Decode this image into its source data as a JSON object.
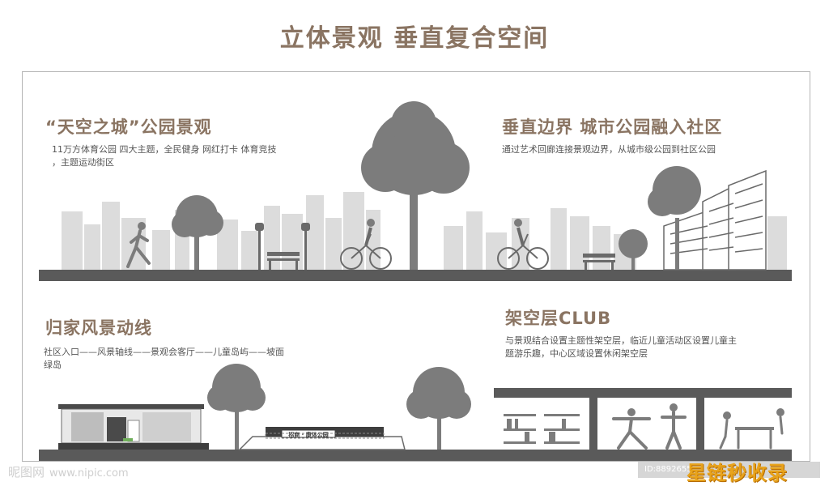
{
  "page_title": "立体景观 垂直复合空间",
  "sections": [
    {
      "heading": "“天空之城”公园景观",
      "desc_lines": [
        "11万方体育公园 四大主题，全民健身 网红打卡 体育竞技",
        "，主题运动街区"
      ]
    },
    {
      "heading": "垂直边界 城市公园融入社区",
      "desc_lines": [
        "通过艺术回廊连接景观边界，从城市级公园到社区公园"
      ]
    },
    {
      "heading": "归家风景动线",
      "desc_lines": [
        "社区入口——风景轴线——景观会客厅——儿童岛屿——坡面",
        "绿岛"
      ]
    },
    {
      "heading": "架空层CLUB",
      "desc_lines": [
        "与景观结合设置主题性架空层，临近儿童活动区设置儿童主",
        "题游乐趣，中心区域设置休闲架空层"
      ]
    }
  ],
  "gate_sign": "招商 · 康体公园",
  "watermark": {
    "site": "昵图网",
    "url": "www.nipic.com",
    "id": "ID:8892655"
  },
  "brand": "星链秒收录",
  "colors": {
    "accent": "#8a7462",
    "ground": "#5a5a5a",
    "tree": "#7c7c7c",
    "skyline": "#dcdcdc"
  }
}
